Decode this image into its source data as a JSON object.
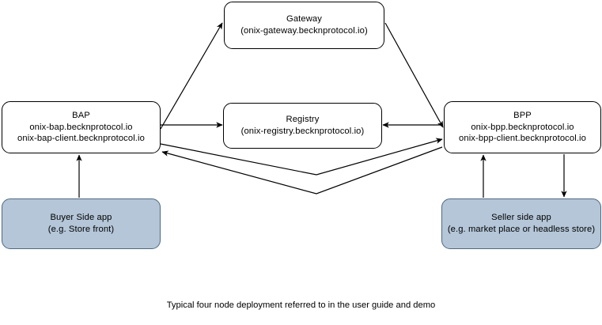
{
  "diagram": {
    "caption": "Typical four node deployment referred to in the user guide and demo",
    "colors": {
      "node_fill_default": "#ffffff",
      "node_fill_app": "#b4c6d8",
      "node_stroke_default": "#000000",
      "node_stroke_app": "#50687f",
      "edge_stroke": "#000000",
      "background": "#ffffff"
    },
    "nodes": [
      {
        "id": "gateway",
        "title": "Gateway",
        "subtitle": "(onix-gateway.becknprotocol.io)",
        "style": "outline"
      },
      {
        "id": "bap",
        "title": "BAP",
        "subtitle": "onix-bap.becknprotocol.io",
        "subtitle2": "onix-bap-client.becknprotocol.io",
        "style": "outline"
      },
      {
        "id": "registry",
        "title": "Registry",
        "subtitle": "(onix-registry.becknprotocol.io)",
        "style": "outline"
      },
      {
        "id": "bpp",
        "title": "BPP",
        "subtitle": "onix-bpp.becknprotocol.io",
        "subtitle2": "onix-bpp-client.becknprotocol.io",
        "style": "outline"
      },
      {
        "id": "buyer-app",
        "title": "Buyer Side app",
        "subtitle": "(e.g. Store front)",
        "style": "filled"
      },
      {
        "id": "seller-app",
        "title": "Seller side app",
        "subtitle": "(e.g. market place or headless store)",
        "style": "filled"
      }
    ],
    "edges": [
      {
        "id": "bap-to-gateway",
        "from": "bap",
        "to": "gateway",
        "arrow": "single",
        "shape": "diagonal"
      },
      {
        "id": "gateway-to-bpp",
        "from": "gateway",
        "to": "bpp",
        "arrow": "single",
        "shape": "diagonal"
      },
      {
        "id": "bap-to-registry",
        "from": "bap",
        "to": "registry",
        "arrow": "single",
        "shape": "horizontal"
      },
      {
        "id": "bpp-to-registry",
        "from": "bpp",
        "to": "registry",
        "arrow": "single",
        "shape": "horizontal"
      },
      {
        "id": "bap-to-bpp",
        "from": "bap",
        "to": "bpp",
        "arrow": "single",
        "shape": "v-polyline"
      },
      {
        "id": "bpp-to-bap",
        "from": "bpp",
        "to": "bap",
        "arrow": "single",
        "shape": "v-polyline"
      },
      {
        "id": "buyer-to-bap",
        "from": "buyer-app",
        "to": "bap",
        "arrow": "single",
        "shape": "vertical"
      },
      {
        "id": "seller-to-bpp",
        "from": "seller-app",
        "to": "bpp",
        "arrow": "single",
        "shape": "vertical"
      },
      {
        "id": "bpp-to-seller",
        "from": "bpp",
        "to": "seller-app",
        "arrow": "single",
        "shape": "vertical"
      }
    ]
  }
}
